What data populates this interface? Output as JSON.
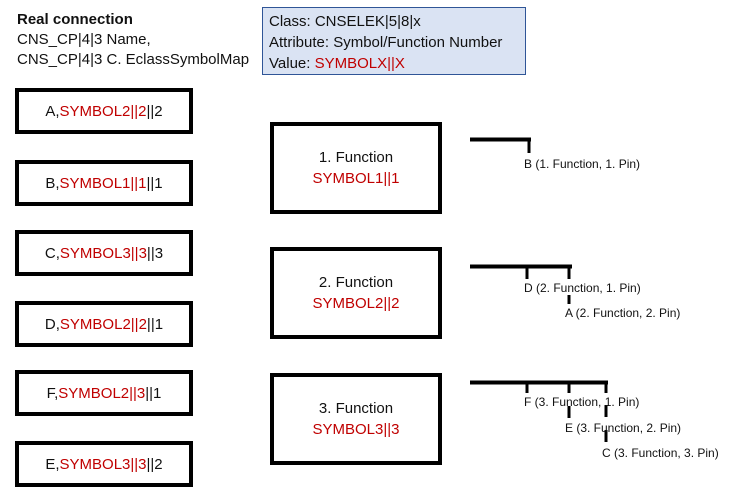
{
  "header": {
    "title": "Real connection",
    "line1": "CNS_CP|4|3 Name,",
    "line2": "CNS_CP|4|3 C. EclassSymbolMap"
  },
  "info": {
    "class_line": "Class: CNSELEK|5|8|x",
    "attribute_line": "Attribute: Symbol/Function Number",
    "value_prefix": "Value: ",
    "value_symbol": "SYMBOLX||X"
  },
  "connections": [
    {
      "letter": "A, ",
      "symbol": "SYMBOL2||2",
      "suffix": "||2"
    },
    {
      "letter": "B, ",
      "symbol": "SYMBOL1||1",
      "suffix": "||1"
    },
    {
      "letter": "C, ",
      "symbol": "SYMBOL3||3",
      "suffix": "||3"
    },
    {
      "letter": "D, ",
      "symbol": "SYMBOL2||2",
      "suffix": "||1"
    },
    {
      "letter": "F, ",
      "symbol": "SYMBOL2||3",
      "suffix": "||1"
    },
    {
      "letter": "E, ",
      "symbol": "SYMBOL3||3",
      "suffix": "||2"
    }
  ],
  "functions": [
    {
      "name": "1. Function",
      "symbol": "SYMBOL1||1"
    },
    {
      "name": "2. Function",
      "symbol": "SYMBOL2||2"
    },
    {
      "name": "3. Function",
      "symbol": "SYMBOL3||3"
    }
  ],
  "pins": {
    "f1": [
      "B (1. Function, 1. Pin)"
    ],
    "f2": [
      "D (2. Function, 1. Pin)",
      "A (2. Function, 2. Pin)"
    ],
    "f3": [
      "F  (3. Function, 1. Pin)",
      "E (3. Function, 2. Pin)",
      "C (3. Function, 3. Pin)"
    ]
  }
}
